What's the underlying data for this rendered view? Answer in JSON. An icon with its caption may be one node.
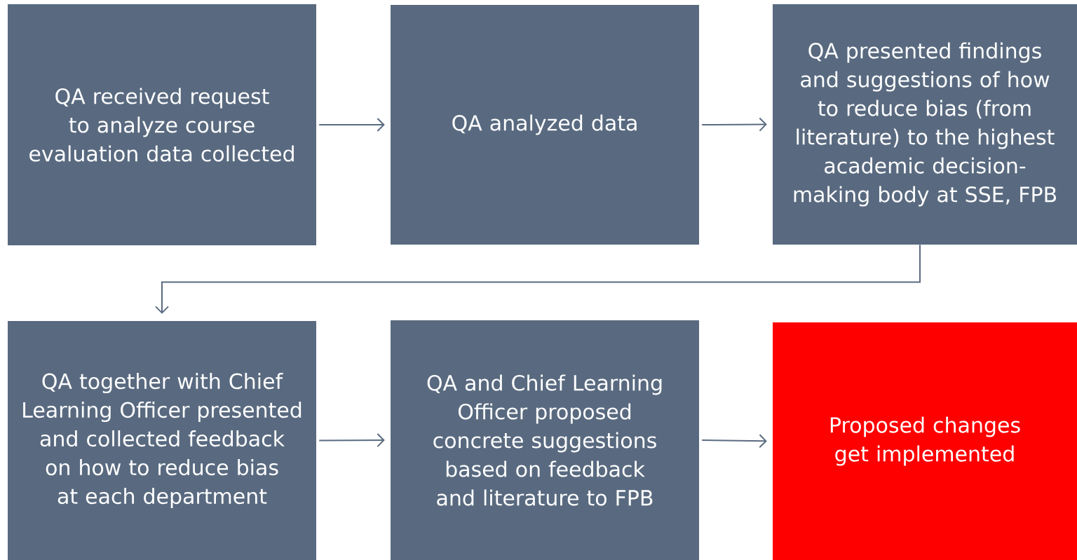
{
  "diagram": {
    "nodes": [
      {
        "text": [
          "QA received request to analyze course evaluation data collected"
        ]
      },
      {
        "text": [
          "QA analyzed data"
        ]
      },
      {
        "text": [
          "QA presented findings and suggestions of how to reduce bias (from literature) to the highest academic decision-making body at SSE, FPB"
        ]
      },
      {
        "text": [
          "QA together with Chief Learning Officer presented and collected feedback on how to reduce bias at each department"
        ]
      },
      {
        "text": [
          "QA and Chief Learning Officer proposed concrete suggestions based on feedback and literature to FPB"
        ]
      },
      {
        "text": [
          "Proposed changes get implemented"
        ]
      }
    ],
    "edges": [
      {
        "from": 0,
        "to": 1,
        "arrow": "to"
      },
      {
        "from": 1,
        "to": 2,
        "arrow": "to"
      },
      {
        "from": 2,
        "to": 3,
        "arrow": "to"
      },
      {
        "from": 3,
        "to": 4,
        "arrow": "to"
      },
      {
        "from": 4,
        "to": 5,
        "arrow": "to"
      }
    ]
  }
}
